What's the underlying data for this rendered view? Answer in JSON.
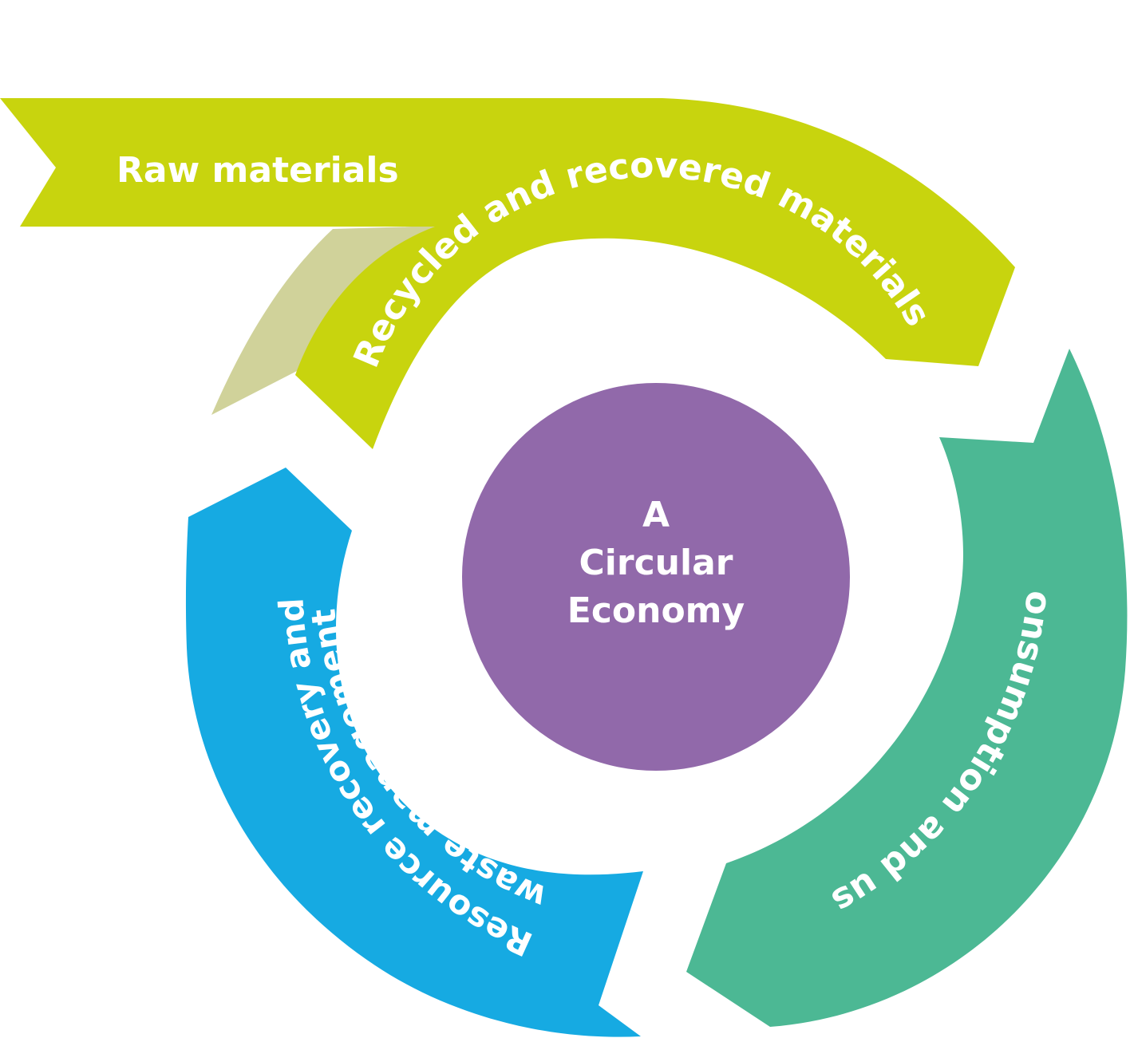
{
  "diagram": {
    "center": {
      "lines": [
        "A",
        "Circular",
        "Economy"
      ]
    },
    "arrows": {
      "raw_materials": {
        "label": "Raw materials"
      },
      "recycled": {
        "label": "Recycled and recovered materials"
      },
      "consumption": {
        "label": "Consumption and use"
      },
      "resource_recovery": {
        "line1": "Resource recovery and",
        "line2": "waste management"
      }
    },
    "colors": {
      "lime": "#c8d40e",
      "shadow": "#d0d29a",
      "green": "#4cb894",
      "blue": "#16aae2",
      "purple": "#9169aa",
      "text": "#ffffff"
    }
  }
}
